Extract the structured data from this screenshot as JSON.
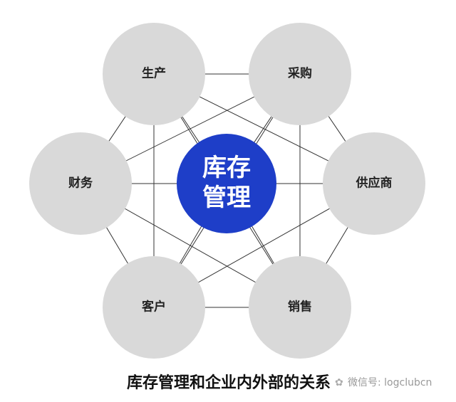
{
  "center": {
    "line1": "库存",
    "line2": "管理",
    "color": "#1e3ec8"
  },
  "nodes": [
    "生产",
    "采购",
    "供应商",
    "销售",
    "客户",
    "财务"
  ],
  "node_color": "#d9d9d9",
  "caption": "库存管理和企业内外部的关系",
  "watermark": "微信号: logclubcn"
}
